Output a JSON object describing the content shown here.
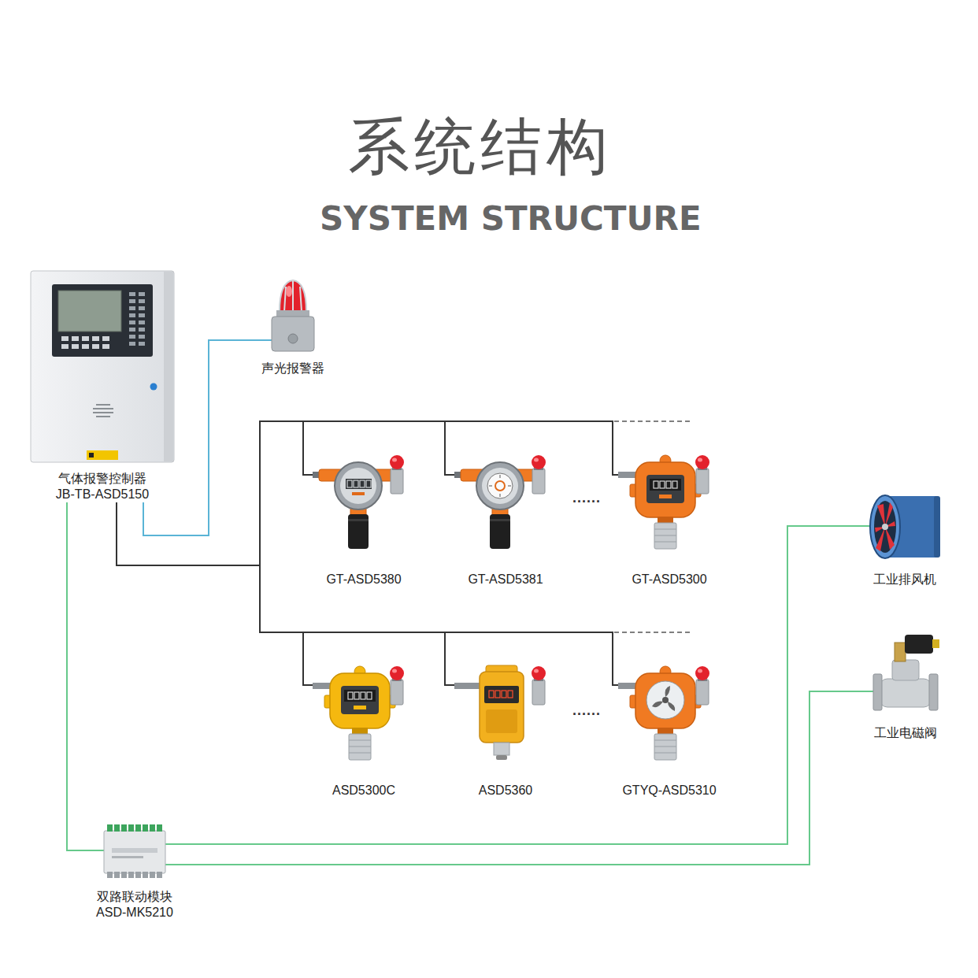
{
  "diagram": {
    "title": "系统结构",
    "nodes": [
      {
        "text": [
          "气体报警控制器",
          "JB-TB-ASD5150"
        ]
      },
      {
        "text": [
          "声光报警器"
        ]
      },
      {
        "text": [
          "GT-ASD5380"
        ]
      },
      {
        "text": [
          "GT-ASD5381"
        ]
      },
      {
        "text": [
          "GT-ASD5300"
        ]
      },
      {
        "text": [
          "ASD5300C"
        ]
      },
      {
        "text": [
          "ASD5360"
        ]
      },
      {
        "text": [
          "GTYQ-ASD5310"
        ]
      },
      {
        "text": [
          "工业排风机"
        ]
      },
      {
        "text": [
          "工业电磁阀"
        ]
      },
      {
        "text": [
          "双路联动模块",
          "ASD-MK5210"
        ]
      }
    ],
    "edges": [
      {
        "from": 0,
        "to": 1,
        "arrow": "none"
      },
      {
        "from": 0,
        "to": 2,
        "arrow": "none"
      },
      {
        "from": 0,
        "to": 3,
        "arrow": "none"
      },
      {
        "from": 0,
        "to": 4,
        "arrow": "none"
      },
      {
        "from": 0,
        "to": 5,
        "arrow": "none"
      },
      {
        "from": 0,
        "to": 6,
        "arrow": "none"
      },
      {
        "from": 0,
        "to": 7,
        "arrow": "none"
      },
      {
        "from": 0,
        "to": 10,
        "arrow": "none"
      },
      {
        "from": 10,
        "to": 8,
        "arrow": "none"
      },
      {
        "from": 10,
        "to": 9,
        "arrow": "none"
      }
    ],
    "labels": [
      "SYSTEM STRUCTURE",
      "......",
      "......"
    ]
  }
}
